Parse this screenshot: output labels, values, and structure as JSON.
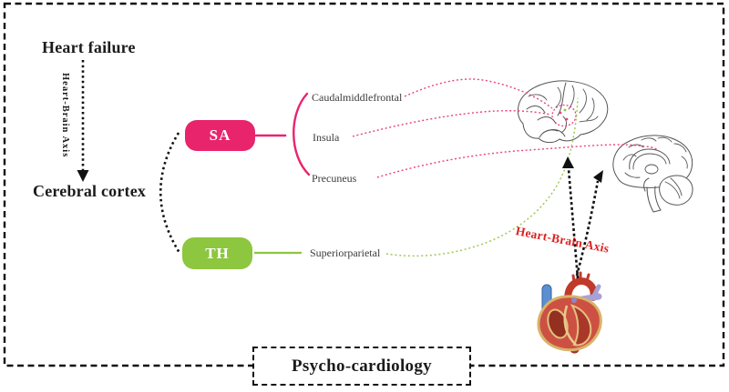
{
  "figure": {
    "heart_failure_label": "Heart failure",
    "vertical_axis_label": "Heart-Brain Axis",
    "cerebral_cortex_label": "Cerebral cortex",
    "sa_node_label": "SA",
    "th_node_label": "TH",
    "sa_regions": [
      "Caudalmiddlefrontal",
      "Insula",
      "Precuneus"
    ],
    "th_regions": [
      "Superiorparietal"
    ],
    "red_axis_label": "Heart-Brain Axis",
    "bottom_box_label": "Psycho-cardiology"
  },
  "illustrations": {
    "lateral_brain": "brain-lateral-view-sketch",
    "sagittal_brain": "brain-sagittal-view-sketch",
    "heart": "anatomical-heart-illustration"
  },
  "colors": {
    "sa_pink": "#e8246d",
    "pink_line": "#e8417f",
    "th_green": "#8dc63f",
    "green_line": "#9fc857",
    "red_text": "#dd2222",
    "line_black": "#111111"
  }
}
